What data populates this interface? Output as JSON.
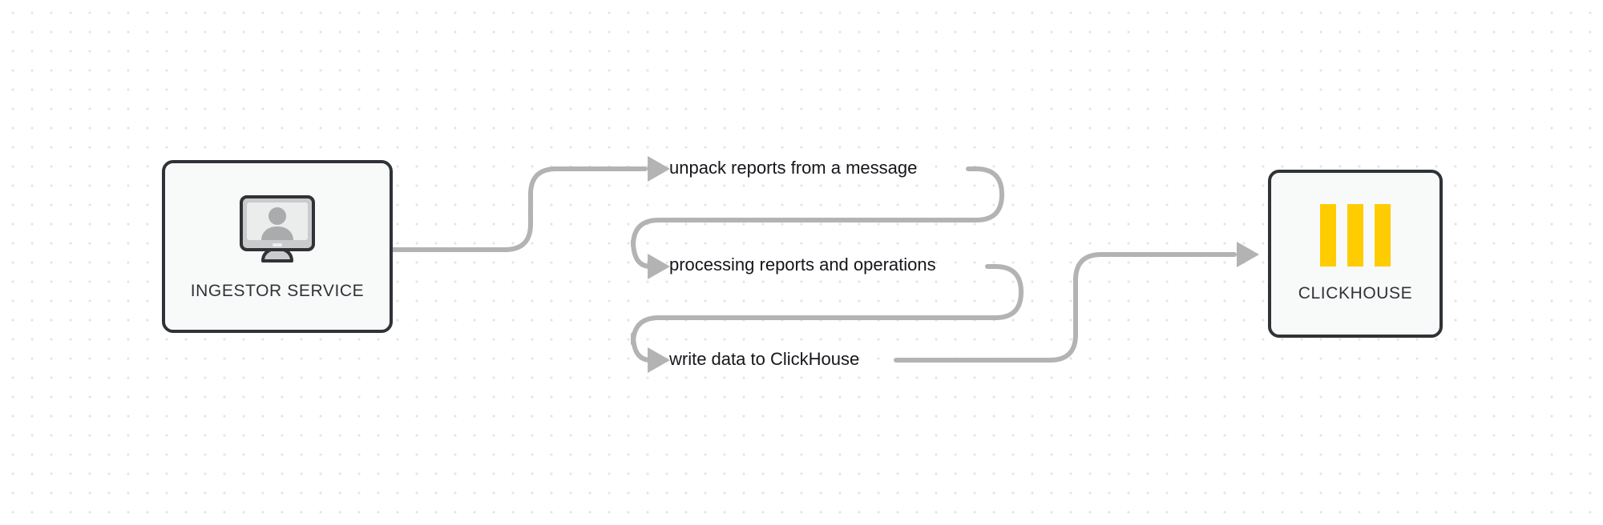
{
  "diagram": {
    "background": "#ffffff",
    "dot_color": "#e4e4e6",
    "edge_color": "#b3b3b3",
    "node_border_color": "#2f3337",
    "node_fill_color": "#f8f9f9",
    "accent_color": "#ffcc01"
  },
  "nodes": [
    {
      "id": "ingestor-service",
      "label": "INGESTOR SERVICE",
      "icon": "monitor-user-icon"
    },
    {
      "id": "clickhouse",
      "label": "CLICKHOUSE",
      "icon": "clickhouse-bars-icon"
    }
  ],
  "edges": [
    {
      "id": "edge-0",
      "label": "unpack reports from a message"
    },
    {
      "id": "edge-1",
      "label": "processing reports and operations"
    },
    {
      "id": "edge-2",
      "label": "write data to ClickHouse"
    }
  ]
}
